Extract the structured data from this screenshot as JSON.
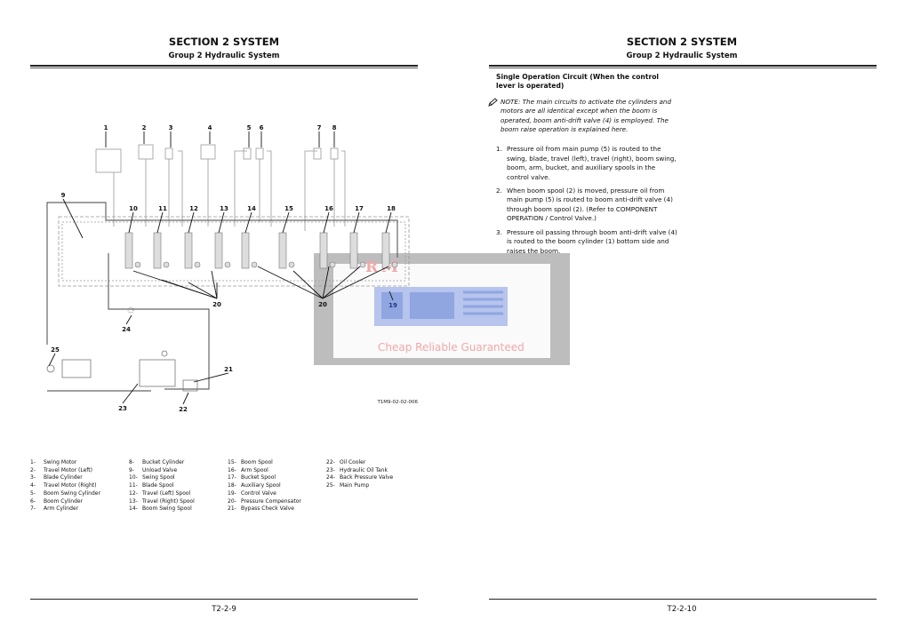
{
  "left_page": {
    "section_title": "SECTION 2 SYSTEM",
    "group_title": "Group 2 Hydraulic System",
    "diagram_callouts": [
      "1",
      "2",
      "3",
      "4",
      "5",
      "6",
      "7",
      "8",
      "9",
      "10",
      "11",
      "12",
      "13",
      "14",
      "15",
      "16",
      "17",
      "18",
      "19",
      "20",
      "20",
      "21",
      "22",
      "23",
      "24",
      "25"
    ],
    "figure_id": "T1M9-02-02-006",
    "legend": [
      [
        "1-",
        "Swing Motor"
      ],
      [
        "2-",
        "Travel Motor (Left)"
      ],
      [
        "3-",
        "Blade Cylinder"
      ],
      [
        "4-",
        "Travel Motor (Right)"
      ],
      [
        "5-",
        "Boom Swing Cylinder"
      ],
      [
        "6-",
        "Boom Cylinder"
      ],
      [
        "7-",
        "Arm Cylinder"
      ],
      [
        "8-",
        "Bucket Cylinder"
      ],
      [
        "9-",
        "Unload Valve"
      ],
      [
        "10-",
        "Swing Spool"
      ],
      [
        "11-",
        "Blade Spool"
      ],
      [
        "12-",
        "Travel (Left) Spool"
      ],
      [
        "13-",
        "Travel (Right) Spool"
      ],
      [
        "14-",
        "Boom Swing Spool"
      ],
      [
        "15-",
        "Boom Spool"
      ],
      [
        "16-",
        "Arm Spool"
      ],
      [
        "17-",
        "Bucket Spool"
      ],
      [
        "18-",
        "Auxiliary Spool"
      ],
      [
        "19-",
        "Control Valve"
      ],
      [
        "20-",
        "Pressure Compensator"
      ],
      [
        "21-",
        "Bypass Check Valve"
      ],
      [
        "22-",
        "Oil Cooler"
      ],
      [
        "23-",
        "Hydraulic Oil Tank"
      ],
      [
        "24-",
        "Back Pressure Valve"
      ],
      [
        "25-",
        "Main Pump"
      ]
    ],
    "page_number": "T2-2-9"
  },
  "right_page": {
    "section_title": "SECTION 2 SYSTEM",
    "group_title": "Group 2 Hydraulic System",
    "heading": "Single Operation Circuit (When the control lever is operated)",
    "note_icon": "pencil-icon",
    "note": "NOTE:   The main circuits to activate the cylinders and motors are all identical except when the boom is operated, boom anti-drift valve (4) is employed. The boom raise operation is explained here.",
    "steps": [
      {
        "num": "1.",
        "text": "Pressure oil from main pump (5) is routed to the swing, blade, travel (left), travel (right), boom swing, boom, arm, bucket, and auxiliary spools in the control valve."
      },
      {
        "num": "2.",
        "text": "When boom spool (2) is moved, pressure oil from main pump (5) is routed to boom anti-drift valve (4) through boom spool (2). (Refer to COMPONENT OPERATION / Control Valve.)"
      },
      {
        "num": "3.",
        "text": "Pressure oil passing through boom anti-drift valve (4) is routed to the boom cylinder (1) bottom side and raises the boom."
      }
    ],
    "page_number": "T2-2-10"
  },
  "watermark": {
    "logo_text": "RM",
    "tagline": "Cheap Reliable Guaranteed",
    "colors": {
      "frame": "#bdbdbd",
      "blue": "#8fa6e0",
      "pink": "#f0a8a8"
    }
  }
}
